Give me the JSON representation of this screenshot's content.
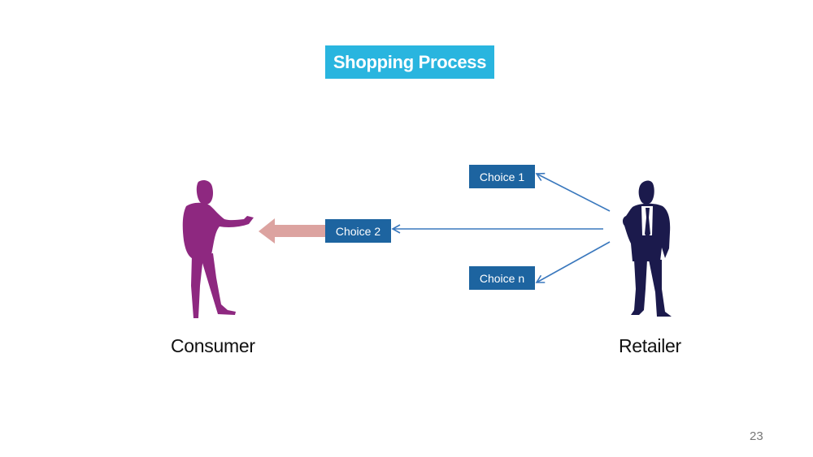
{
  "title": "Shopping Process",
  "choices": {
    "choice_1": "Choice 1",
    "choice_2": "Choice 2",
    "choice_n": "Choice n"
  },
  "actors": {
    "consumer": "Consumer",
    "retailer": "Retailer"
  },
  "page_number": "23",
  "colors": {
    "title_bg": "#29b5df",
    "choice_bg": "#1d64a0",
    "consumer": "#8e2880",
    "retailer": "#1b1a4c",
    "arrow_line": "#3a78bd",
    "big_arrow": "#dca3a0"
  }
}
